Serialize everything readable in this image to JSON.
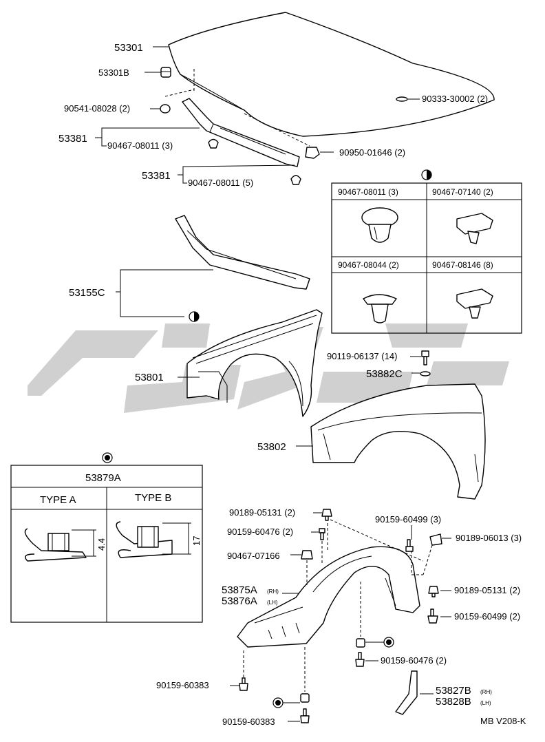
{
  "labels": {
    "hood": "53301",
    "hood_cushion": "53301B",
    "cushion_bolt": "90541-08028 (2)",
    "hood_seal_1": "53381",
    "hood_seal_1_clip": "90467-08011 (3)",
    "hood_clip": "90950-01646 (2)",
    "hood_plug": "90333-30002 (2)",
    "hood_seal_2": "53381",
    "hood_seal_2_clip": "90467-08011 (5)",
    "cowl_seal": "53155C",
    "fender_lh": "53801",
    "fender_bolt": "90119-06137 (14)",
    "fender_washer": "53882C",
    "fender_rh": "53802",
    "screw_top": "90189-05131 (2)",
    "screw_2": "90159-60476 (2)",
    "clip_3": "90467-07166",
    "liner_rh": "53875A",
    "liner_rh_side": "(RH)",
    "liner_lh": "53876A",
    "liner_lh_side": "(LH)",
    "screw_4": "90159-60499 (3)",
    "screw_5": "90189-06013 (3)",
    "screw_6": "90189-05131 (2)",
    "screw_7": "90159-60499 (2)",
    "screw_8": "90159-60476 (2)",
    "screw_9": "90159-60383",
    "screw_10": "90159-60383",
    "mudguard_rh": "53827B",
    "mudguard_rh_side": "(RH)",
    "mudguard_lh": "53828B",
    "mudguard_lh_side": "(LH)",
    "diagram_code": "MB V208-K"
  },
  "clip_table": {
    "cells": [
      "90467-08011 (3)",
      "90467-07140 (2)",
      "90467-08044 (2)",
      "90467-08146 (8)"
    ]
  },
  "type_table": {
    "title": "53879A",
    "type_a": "TYPE A",
    "type_b": "TYPE B",
    "dim_a": "4.4",
    "dim_b": "17"
  },
  "colors": {
    "ink": "#000000",
    "watermark": "#d0d0d0",
    "paper": "#ffffff"
  }
}
